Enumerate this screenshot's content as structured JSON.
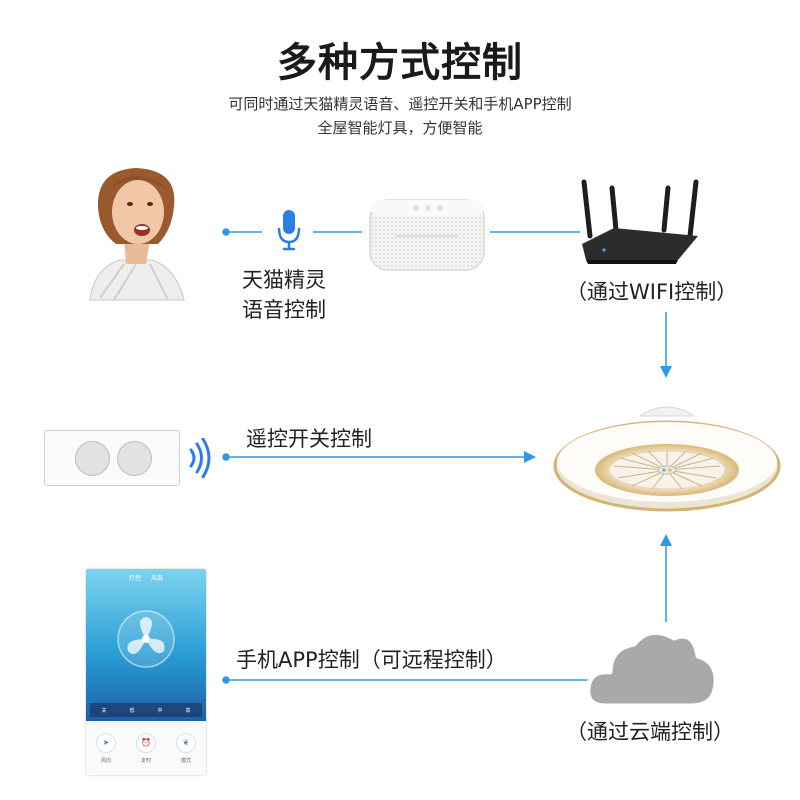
{
  "header": {
    "title": "多种方式控制",
    "subtitle_line1": "可同时通过天猫精灵语音、遥控开关和手机APP控制",
    "subtitle_line2": "全屋智能灯具，方便智能"
  },
  "labels": {
    "voice_line1": "天猫精灵",
    "voice_line2": "语音控制",
    "wifi": "（通过WIFI控制）",
    "remote": "遥控开关控制",
    "app": "手机APP控制（可远程控制）",
    "cloud": "（通过云端控制）"
  },
  "phone": {
    "tabs": [
      "灯控",
      "风扇"
    ],
    "modes": [
      "关",
      "低",
      "中",
      "高"
    ],
    "bottom": [
      "风向",
      "定时",
      "模式"
    ]
  },
  "colors": {
    "accent": "#2b9be8",
    "cloud": "#a9a9a9"
  }
}
